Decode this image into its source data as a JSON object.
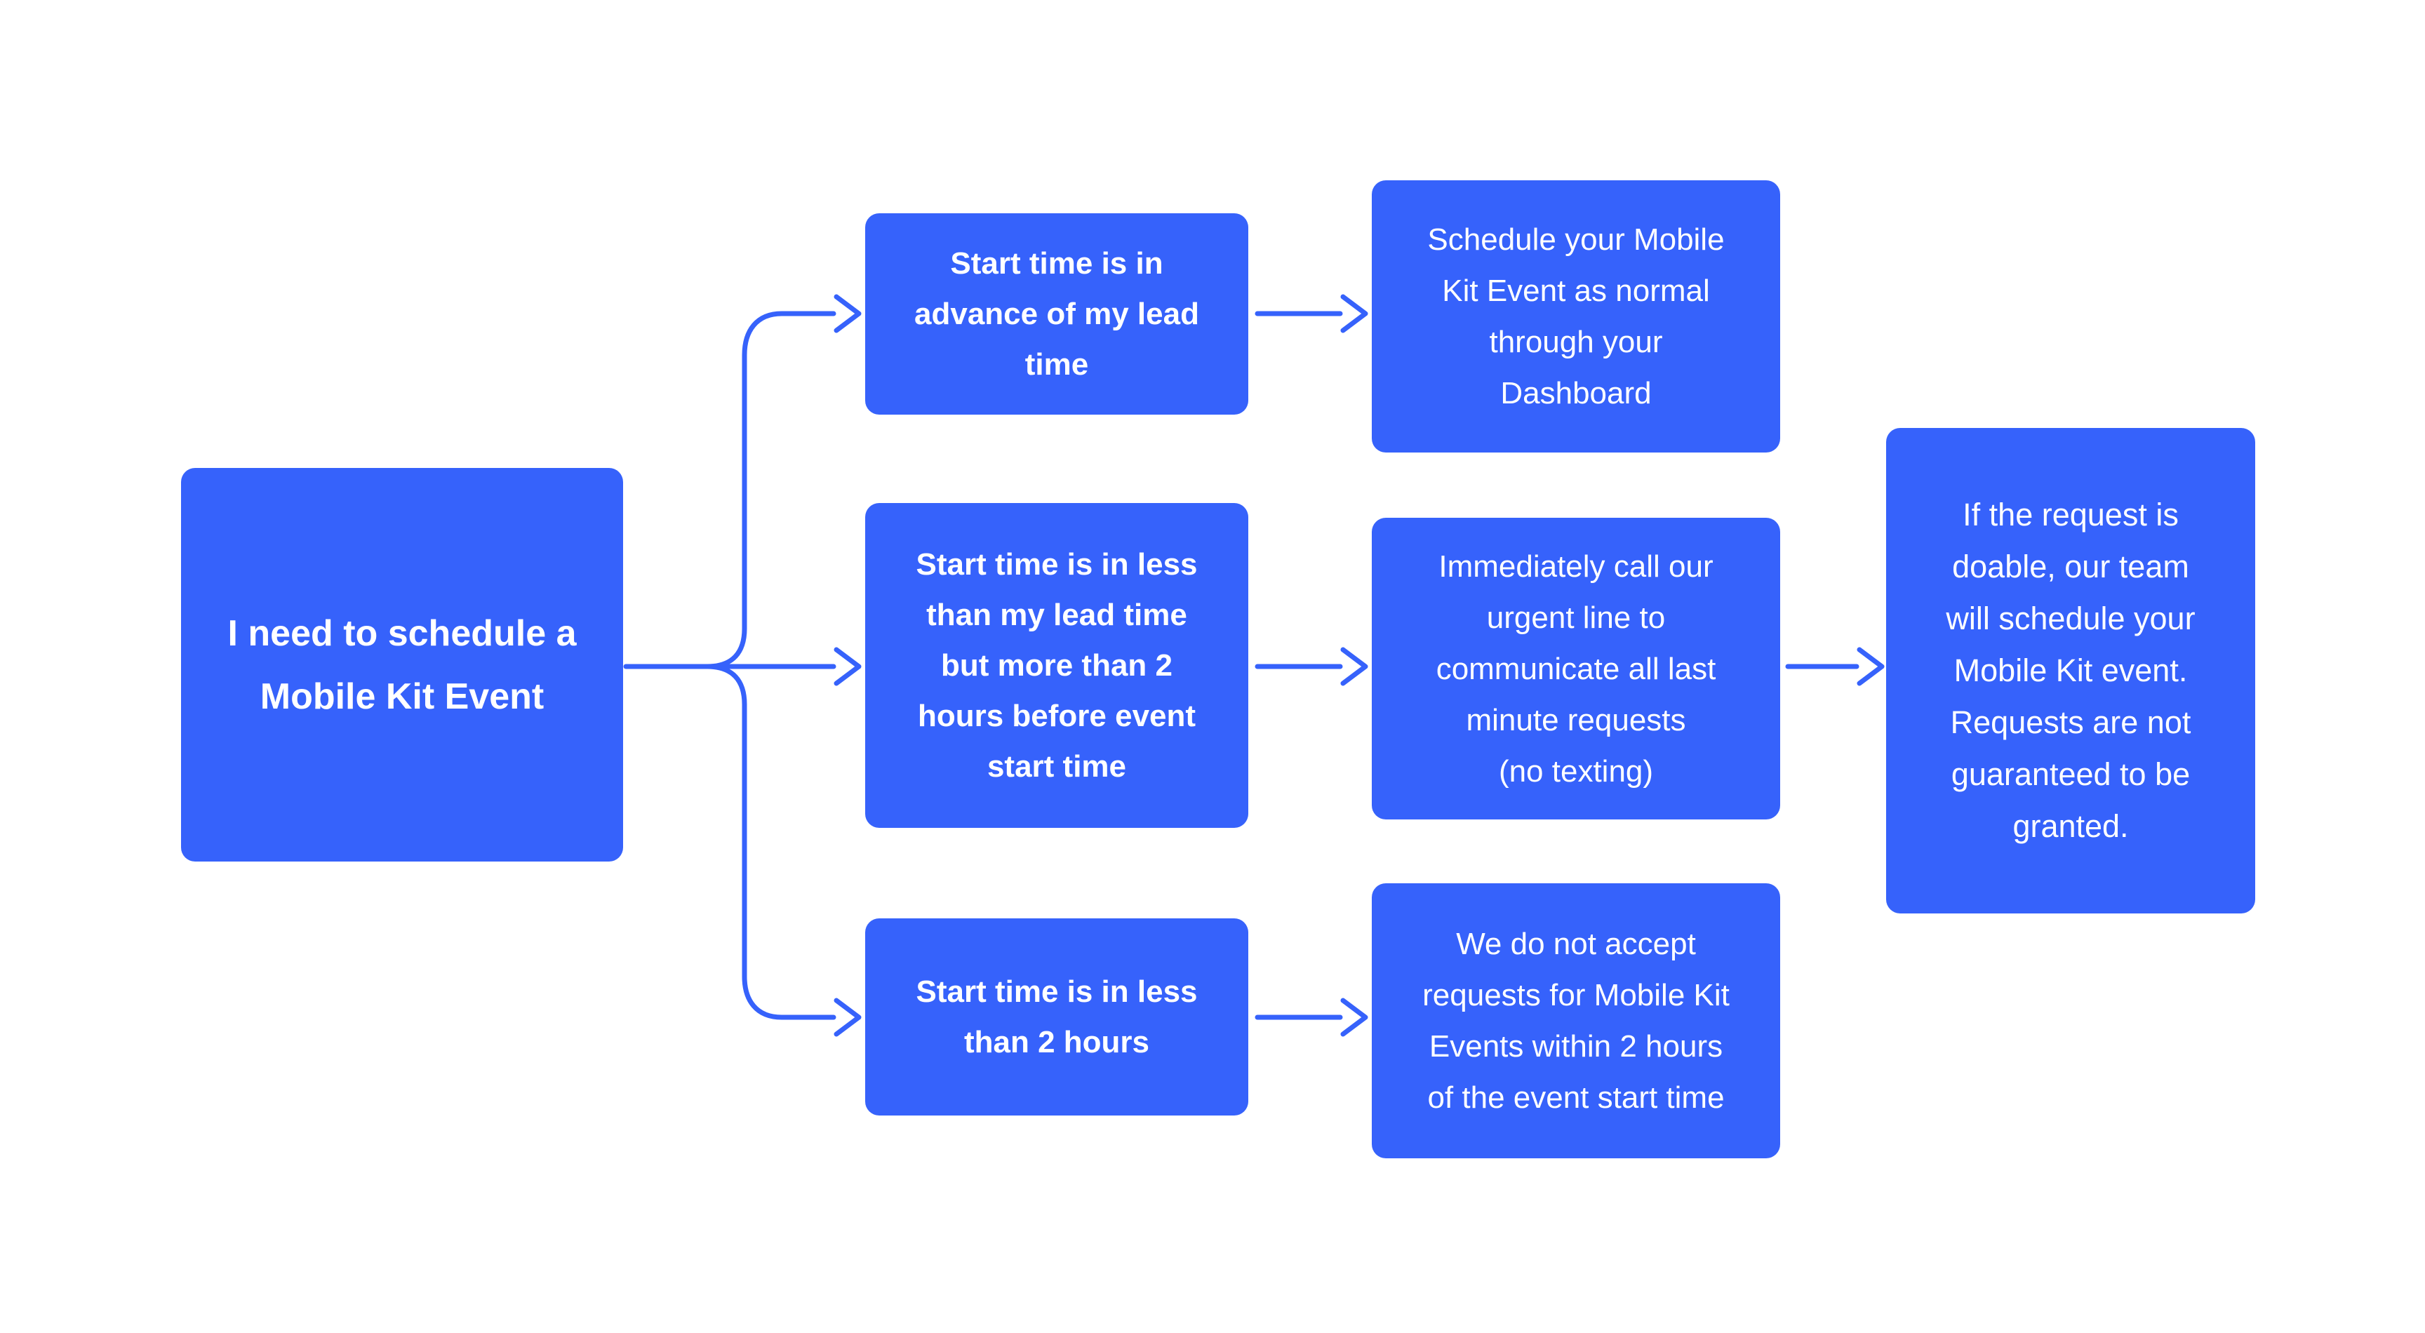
{
  "colors": {
    "page_bg": "#FFFFFF",
    "node_fill": "#3662FB",
    "node_text": "#FFFFFF",
    "connector": "#3662FB"
  },
  "diagram": {
    "nodes": {
      "start": {
        "text": "I need to schedule a\nMobile Kit Event"
      },
      "decision_advance": {
        "text": "Start time is in\nadvance of my lead\ntime"
      },
      "decision_less_than_lead": {
        "text": "Start time is in less\nthan my lead time\nbut more than 2\nhours before event\nstart time"
      },
      "decision_less_than_2h": {
        "text": "Start time is in less\nthan 2 hours"
      },
      "action_schedule_normal": {
        "text": "Schedule your Mobile\nKit Event as normal\nthrough your\nDashboard"
      },
      "action_call_urgent": {
        "text": "Immediately call our\nurgent line to\ncommunicate all last\nminute requests\n(no texting)"
      },
      "action_no_requests": {
        "text": "We do not accept\nrequests for Mobile Kit\nEvents within 2 hours\nof the event start time"
      },
      "outcome": {
        "text": "If the request is\ndoable, our team\nwill schedule your\nMobile Kit event.\nRequests are not\nguaranteed to be\ngranted."
      }
    },
    "edges": [
      {
        "from": "start",
        "to": "decision_advance"
      },
      {
        "from": "start",
        "to": "decision_less_than_lead"
      },
      {
        "from": "start",
        "to": "decision_less_than_2h"
      },
      {
        "from": "decision_advance",
        "to": "action_schedule_normal"
      },
      {
        "from": "decision_less_than_lead",
        "to": "action_call_urgent"
      },
      {
        "from": "decision_less_than_2h",
        "to": "action_no_requests"
      },
      {
        "from": "action_call_urgent",
        "to": "outcome"
      }
    ]
  }
}
